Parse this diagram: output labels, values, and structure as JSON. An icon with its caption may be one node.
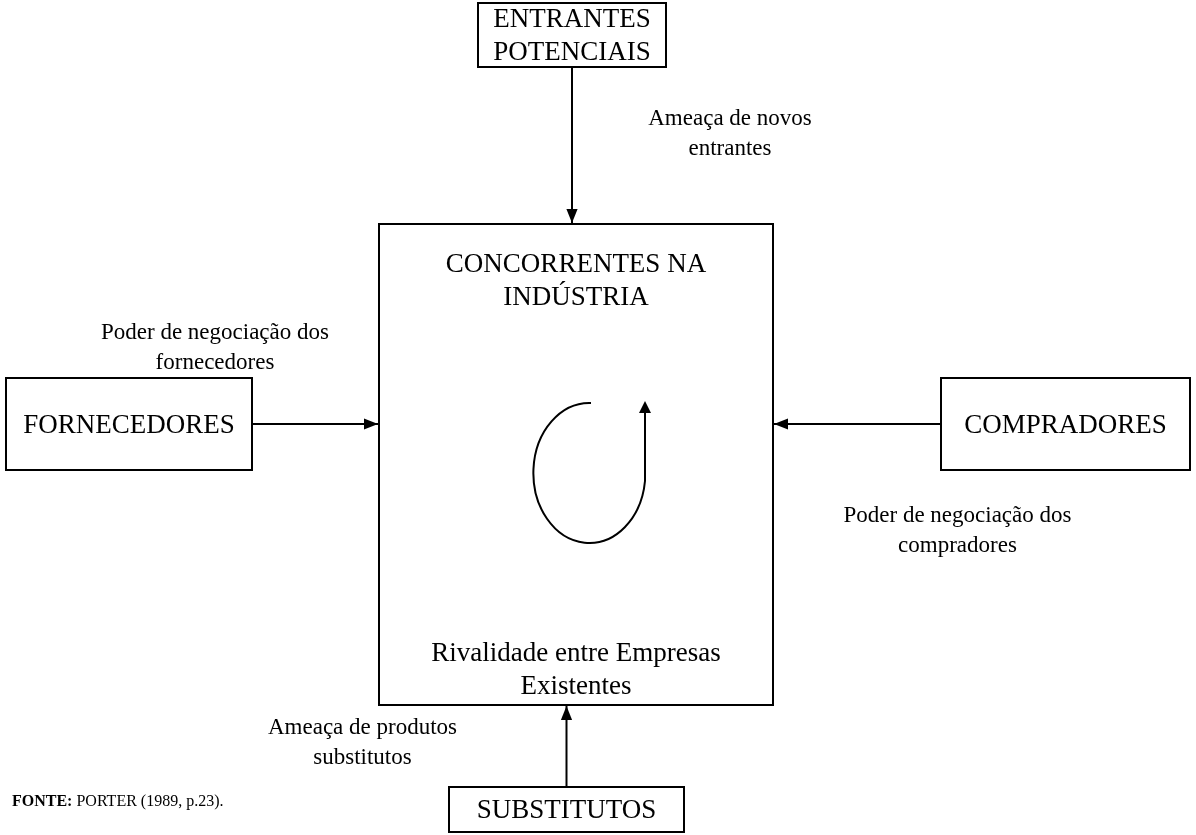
{
  "diagram": {
    "nodes": [
      {
        "text": [
          "ENTRANTES POTENCIAIS"
        ]
      },
      {
        "text": [
          "FORNECEDORES"
        ]
      },
      {
        "text": [
          "CONCORRENTES NA INDÚSTRIA",
          "Rivalidade entre Empresas Existentes"
        ]
      },
      {
        "text": [
          "COMPRADORES"
        ]
      },
      {
        "text": [
          "SUBSTITUTOS"
        ]
      }
    ],
    "edges": [
      {
        "from": 0,
        "to": 2,
        "arrow": "to",
        "label": "Ameaça de novos entrantes"
      },
      {
        "from": 1,
        "to": 2,
        "arrow": "to",
        "label": "Poder de negociação dos fornecedores"
      },
      {
        "from": 3,
        "to": 2,
        "arrow": "to",
        "label": "Poder de negociação dos compradores"
      },
      {
        "from": 4,
        "to": 2,
        "arrow": "to",
        "label": "Ameaça de produtos substitutos"
      }
    ],
    "labels": [
      "**FONTE:** PORTER (1989, p.23)."
    ]
  }
}
